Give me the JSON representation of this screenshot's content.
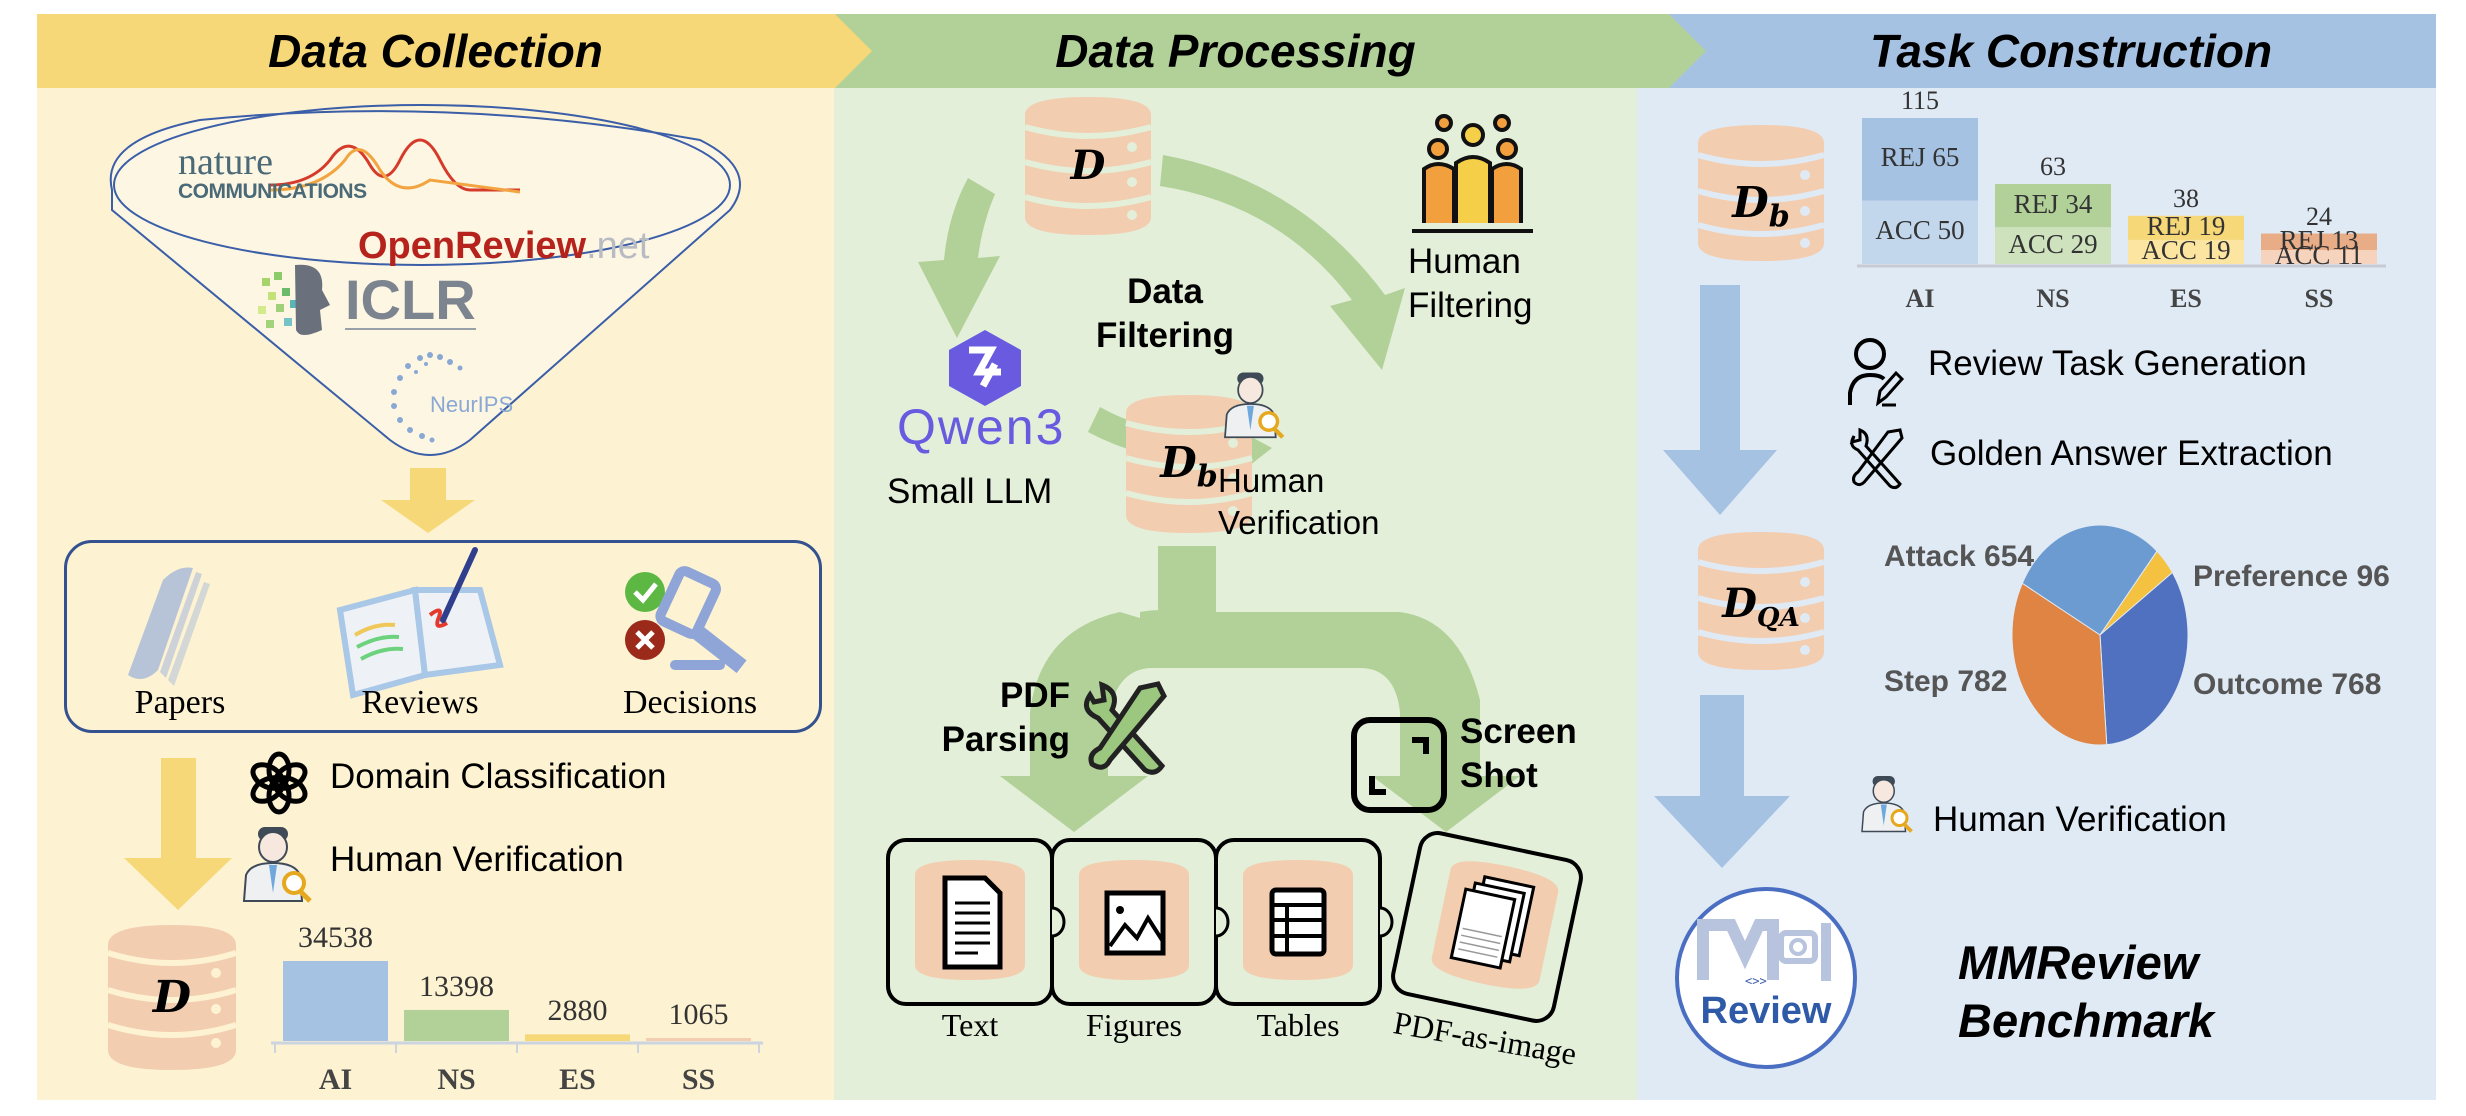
{
  "colors": {
    "collection_header": "#f7d878",
    "collection_body": "#fdf2d2",
    "processing_header": "#b1d198",
    "processing_body": "#e3efd9",
    "construction_header": "#a6c2e3",
    "construction_body": "#e0eaf5",
    "database": "#f2cdb0",
    "arrow_yellow": "#f7d878",
    "arrow_green": "#b1d198",
    "arrow_blue": "#a6c2e3"
  },
  "headers": {
    "collection": "Data Collection",
    "processing": "Data Processing",
    "construction": "Task Construction"
  },
  "collection": {
    "sources": {
      "nature_top": "nature",
      "nature_bottom": "COMMUNICATIONS",
      "openreview_main": "OpenReview",
      "openreview_suffix": ".net",
      "iclr": "ICLR",
      "neurips": "NeurIPS"
    },
    "items": [
      {
        "label": "Papers",
        "icon": "papers-icon"
      },
      {
        "label": "Reviews",
        "icon": "reviews-icon"
      },
      {
        "label": "Decisions",
        "icon": "decisions-icon"
      }
    ],
    "steps": [
      {
        "label": "Domain Classification",
        "icon": "openai-icon"
      },
      {
        "label": "Human Verification",
        "icon": "human-verification-icon"
      }
    ],
    "db_label": "D"
  },
  "processing": {
    "db_top_label": "D",
    "db_mid_label": "D",
    "db_mid_sub": "b",
    "data_filtering": [
      "Data",
      "Filtering"
    ],
    "qwen": "Qwen3",
    "small_llm": "Small LLM",
    "human_filtering": [
      "Human",
      "Filtering"
    ],
    "human_verification": [
      "Human",
      "Verification"
    ],
    "pdf_parsing": [
      "PDF",
      "Parsing"
    ],
    "screen_shot": [
      "Screen",
      "Shot"
    ],
    "outputs": [
      {
        "label": "Text",
        "icon": "text-document-icon"
      },
      {
        "label": "Figures",
        "icon": "image-icon"
      },
      {
        "label": "Tables",
        "icon": "table-icon"
      },
      {
        "label": "PDF-as-image",
        "icon": "pdf-pages-icon"
      }
    ]
  },
  "construction": {
    "db_b_label": "D",
    "db_b_sub": "b",
    "db_qa_label": "D",
    "db_qa_sub": "QA",
    "steps": [
      {
        "label": "Review Task Generation",
        "icon": "user-edit-icon"
      },
      {
        "label": "Golden Answer Extraction",
        "icon": "tools-icon"
      }
    ],
    "human_verification": "Human Verification",
    "logo_text": "Review",
    "benchmark": [
      "MMReview",
      "Benchmark"
    ]
  },
  "chart_data": [
    {
      "type": "bar",
      "title": "",
      "categories": [
        "AI",
        "NS",
        "ES",
        "SS"
      ],
      "values": [
        34538,
        13398,
        2880,
        1065
      ],
      "colors": [
        "#a6c2e3",
        "#b1d198",
        "#f7d878",
        "#f2cdb0"
      ],
      "xlabel": "",
      "ylabel": "",
      "ylim": [
        0,
        34538
      ],
      "grid": false
    },
    {
      "type": "bar",
      "stacked": true,
      "categories": [
        "AI",
        "NS",
        "ES",
        "SS"
      ],
      "totals": [
        115,
        63,
        38,
        24
      ],
      "series": [
        {
          "name": "ACC",
          "values": [
            50,
            29,
            19,
            11
          ],
          "colors": [
            "#c2d6ec",
            "#cde2bd",
            "#fbe5a0",
            "#f6d3bc"
          ]
        },
        {
          "name": "REJ",
          "values": [
            65,
            34,
            19,
            13
          ],
          "colors": [
            "#a6c2e3",
            "#b1d198",
            "#f7d878",
            "#e8ad86"
          ]
        }
      ],
      "ylim": [
        0,
        115
      ],
      "grid": false
    },
    {
      "type": "pie",
      "labels": [
        "Attack",
        "Preference",
        "Outcome",
        "Step"
      ],
      "values": [
        654,
        96,
        768,
        782
      ],
      "colors": [
        "#6b9bd0",
        "#f4c141",
        "#5071bf",
        "#e08443"
      ]
    }
  ]
}
